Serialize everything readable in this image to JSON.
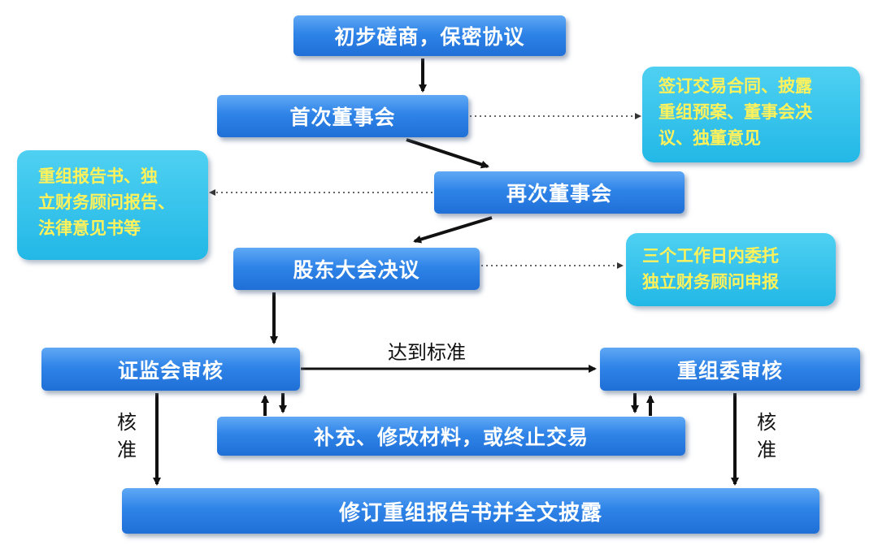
{
  "nodes": {
    "initial": "初步磋商，保密协议",
    "first_board": "首次董事会",
    "second_board": "再次董事会",
    "shareholders": "股东大会决议",
    "csrc_review": "证监会审核",
    "restructuring_committee": "重组委审核",
    "supplement": "补充、修改材料，或终止交易",
    "final_disclosure": "修订重组报告书并全文披露"
  },
  "notes": {
    "first_board_note": [
      "签订交易合同、披露",
      "重组预案、董事会决",
      "议、独董意见"
    ],
    "second_board_note": [
      "重组报告书、独",
      "立财务顾问报告、",
      "法律意见书等"
    ],
    "shareholders_note": [
      "三个工作日内委托",
      "独立财务顾问申报"
    ]
  },
  "labels": {
    "reach_standard": "达到标准",
    "approve_left": "核准",
    "approve_right": "核准"
  },
  "colors": {
    "box_blue": "#2f84e8",
    "note_cyan": "#22b8e6",
    "note_text_yellow": "#fff25a",
    "box_text": "#ffffff",
    "arrow": "#111111"
  }
}
